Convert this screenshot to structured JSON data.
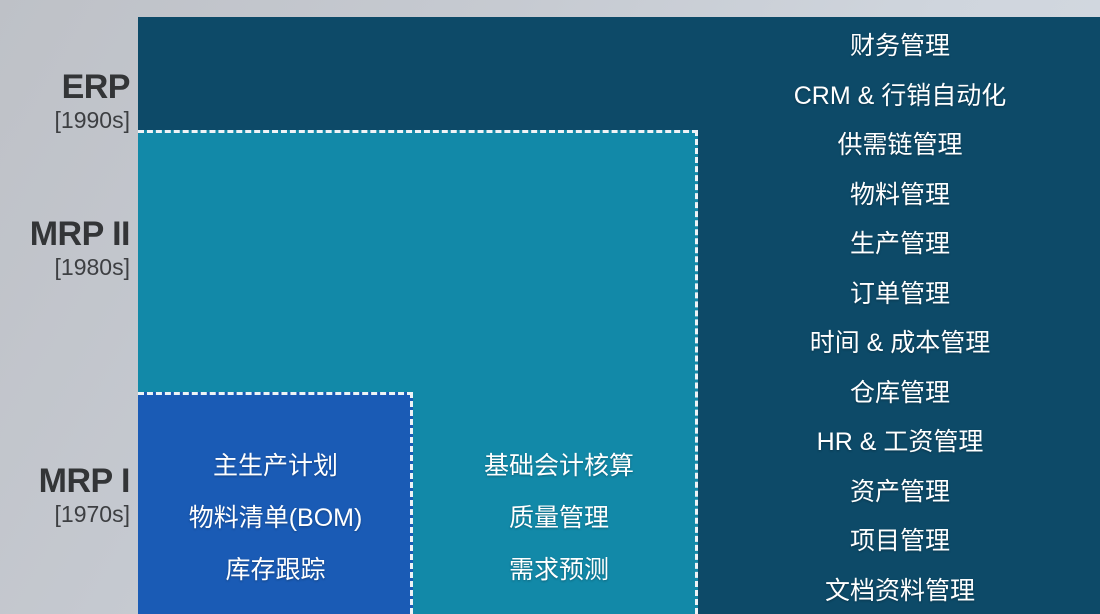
{
  "diagram": {
    "title": "ERP evolution nested scope diagram",
    "colors": {
      "erp_band": "#0d4a68",
      "mrp2_band": "#1289a8",
      "mrp1_band": "#1a5bb5",
      "dashed_border": "#eef3f6",
      "background_light": "#d6dce3",
      "background_dark": "#bec1c7",
      "label_text": "#333537",
      "feature_text": "#ffffff"
    },
    "eras": [
      {
        "id": "erp",
        "name": "ERP",
        "decade": "[1990s]"
      },
      {
        "id": "mrp2",
        "name": "MRP II",
        "decade": "[1980s]"
      },
      {
        "id": "mrp1",
        "name": "MRP I",
        "decade": "[1970s]"
      }
    ],
    "columns": {
      "mrp1": {
        "era": "MRP I",
        "features": [
          "主生产计划",
          "物料清单(BOM)",
          "库存跟踪"
        ]
      },
      "mrp2": {
        "era": "MRP II",
        "features": [
          "基础会计核算",
          "质量管理",
          "需求预测"
        ]
      },
      "erp": {
        "era": "ERP",
        "features": [
          "财务管理",
          "CRM & 行销自动化",
          "供需链管理",
          "物料管理",
          "生产管理",
          "订单管理",
          "时间 & 成本管理",
          "仓库管理",
          "HR & 工资管理",
          "资产管理",
          "项目管理",
          "文档资料管理"
        ]
      }
    }
  }
}
